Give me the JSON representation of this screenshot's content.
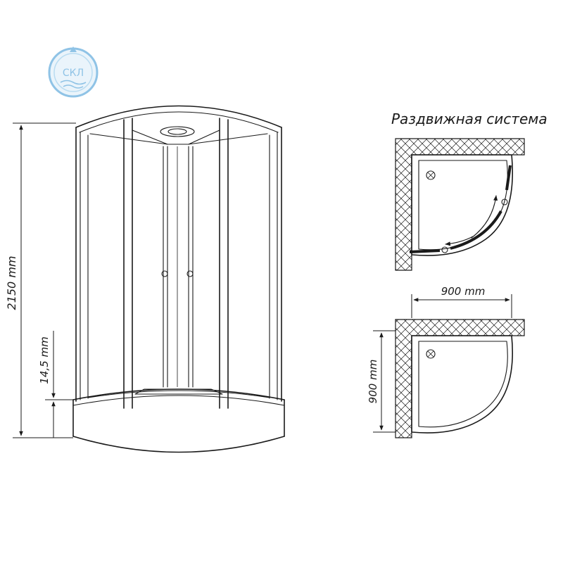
{
  "logo": {
    "text": "СКЛ",
    "color": "#8fc3e6"
  },
  "front_view": {
    "height_label": "2150 mm",
    "tray_height_label": "14,5 mm"
  },
  "sliding_view": {
    "title": "Раздвижная система"
  },
  "plan_view": {
    "width_label": "900 mm",
    "depth_label": "900 mm"
  },
  "colors": {
    "line": "#1a1a1a",
    "background": "#ffffff"
  }
}
